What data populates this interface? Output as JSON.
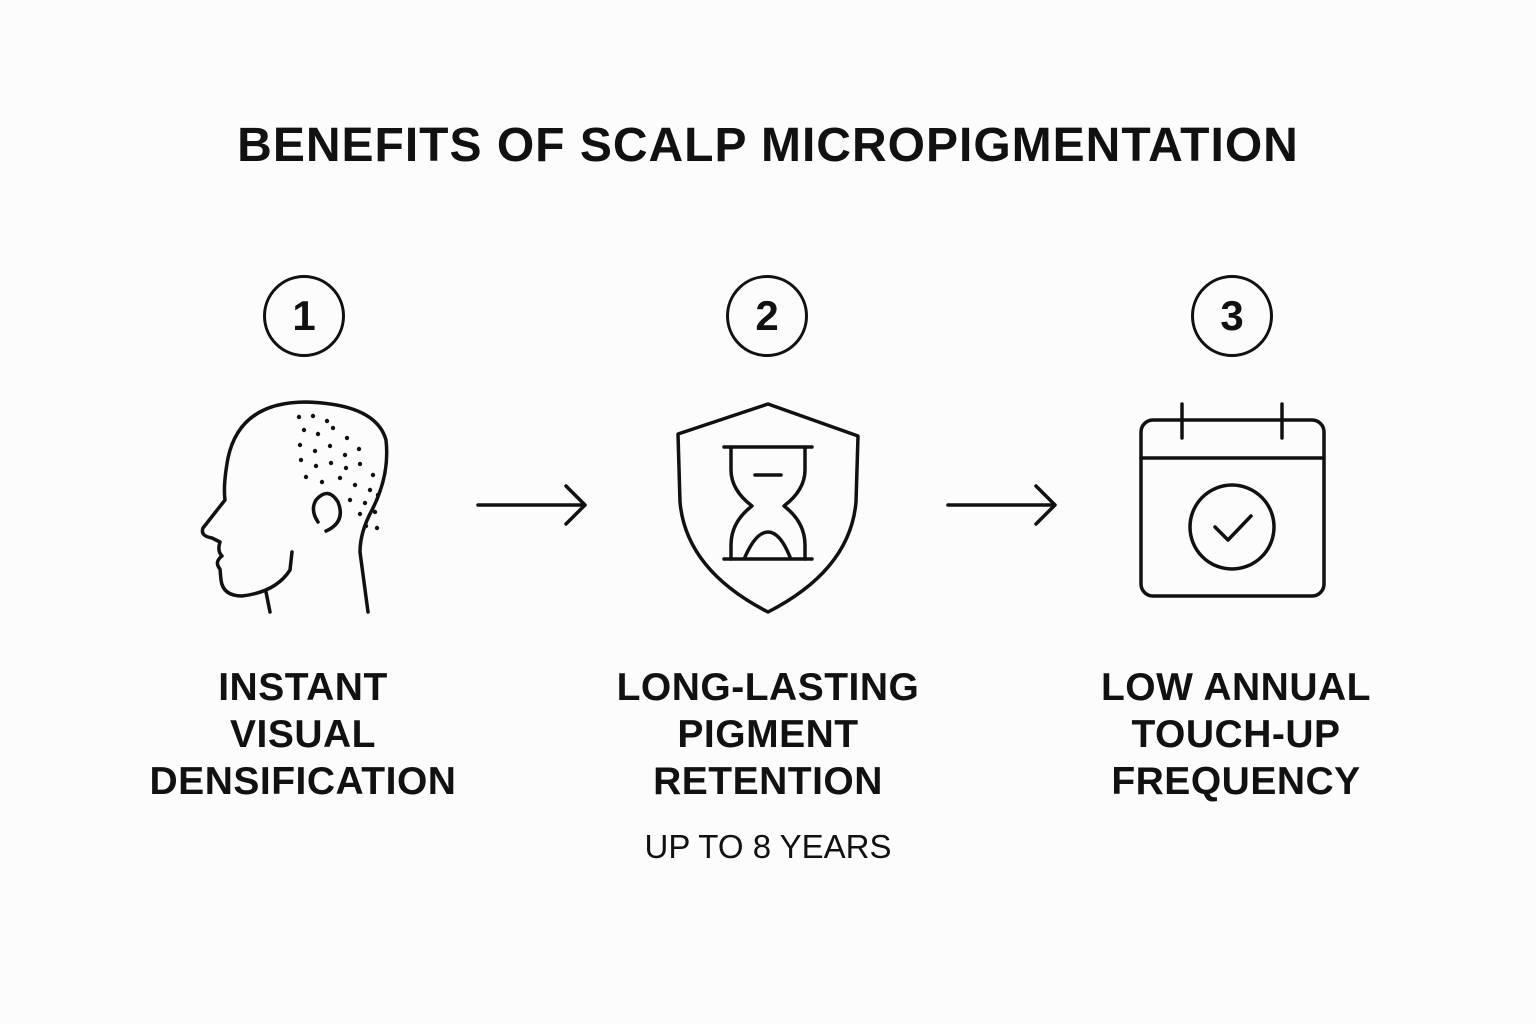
{
  "title": "BENEFITS OF SCALP MICROPIGMENTATION",
  "steps": [
    {
      "number": "1",
      "icon": "head-profile-dots-icon",
      "lines": [
        "INSTANT",
        "VISUAL",
        "DENSIFICATION"
      ]
    },
    {
      "number": "2",
      "icon": "shield-hourglass-icon",
      "lines": [
        "LONG-LASTING",
        "PIGMENT",
        "RETENTION"
      ],
      "note": "UP TO 8 YEARS"
    },
    {
      "number": "3",
      "icon": "calendar-check-icon",
      "lines": [
        "LOW ANNUAL",
        "TOUCH-UP",
        "FREQUENCY"
      ]
    }
  ],
  "colors": {
    "ink": "#111111",
    "background": "#fcfcfc"
  }
}
